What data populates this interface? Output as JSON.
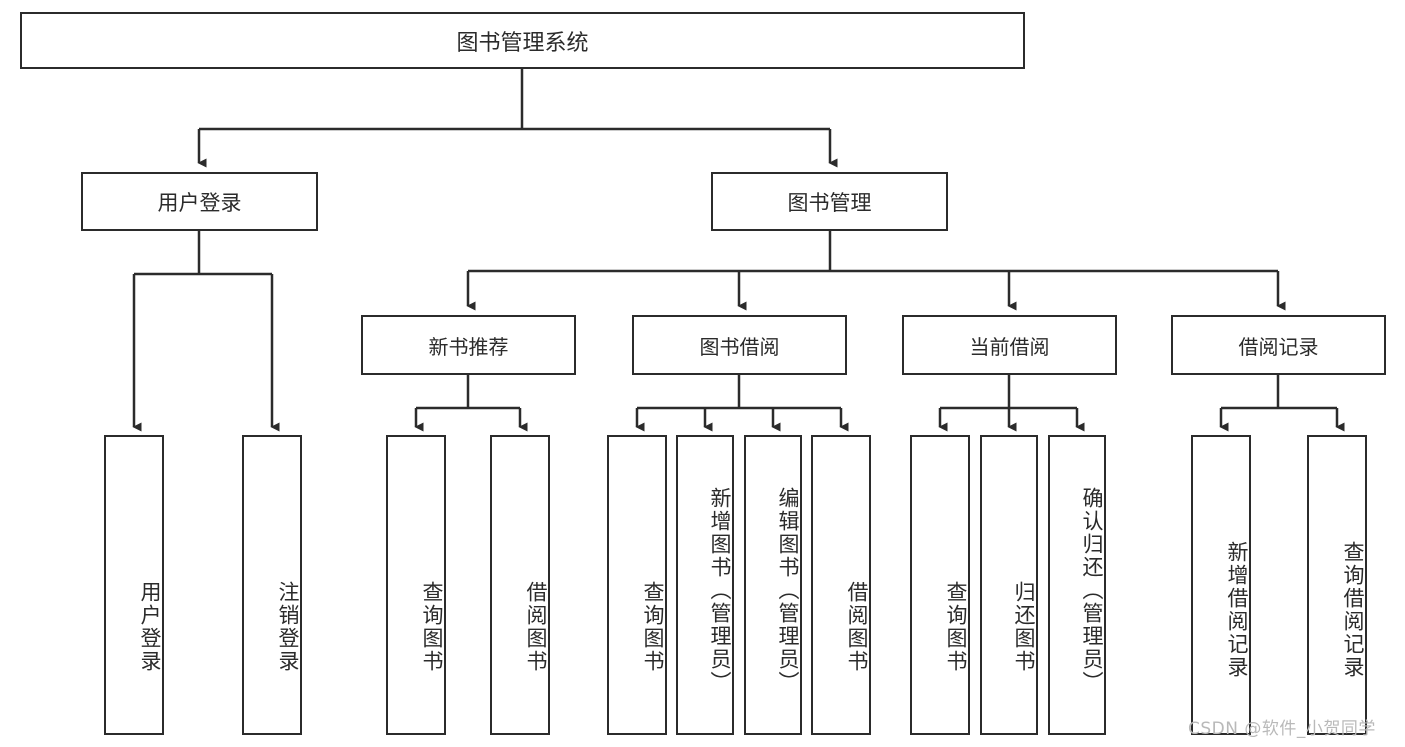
{
  "diagram": {
    "title": "图书管理系统",
    "type": "tree-hierarchy-chart",
    "root": {
      "label": "图书管理系统"
    },
    "level1": [
      {
        "label": "用户登录"
      },
      {
        "label": "图书管理"
      }
    ],
    "level2": [
      {
        "label": "新书推荐"
      },
      {
        "label": "图书借阅"
      },
      {
        "label": "当前借阅"
      },
      {
        "label": "借阅记录"
      }
    ],
    "leaves": {
      "user_login": [
        {
          "label": "用户登录"
        },
        {
          "label": "注销登录"
        }
      ],
      "new_book_recommend": [
        {
          "label": "查询图书"
        },
        {
          "label": "借阅图书"
        }
      ],
      "book_borrow": [
        {
          "label": "查询图书"
        },
        {
          "label": "新增图书（管理员）"
        },
        {
          "label": "编辑图书（管理员）"
        },
        {
          "label": "借阅图书"
        }
      ],
      "current_borrow": [
        {
          "label": "查询图书"
        },
        {
          "label": "归还图书"
        },
        {
          "label": "确认归还（管理员）"
        }
      ],
      "borrow_record": [
        {
          "label": "新增借阅记录"
        },
        {
          "label": "查询借阅记录"
        }
      ]
    }
  },
  "watermark": {
    "text": "CSDN @软件_小贺同学"
  },
  "colors": {
    "stroke": "#2b2b2b",
    "background": "#ffffff",
    "watermark": "#b9b9b9"
  }
}
